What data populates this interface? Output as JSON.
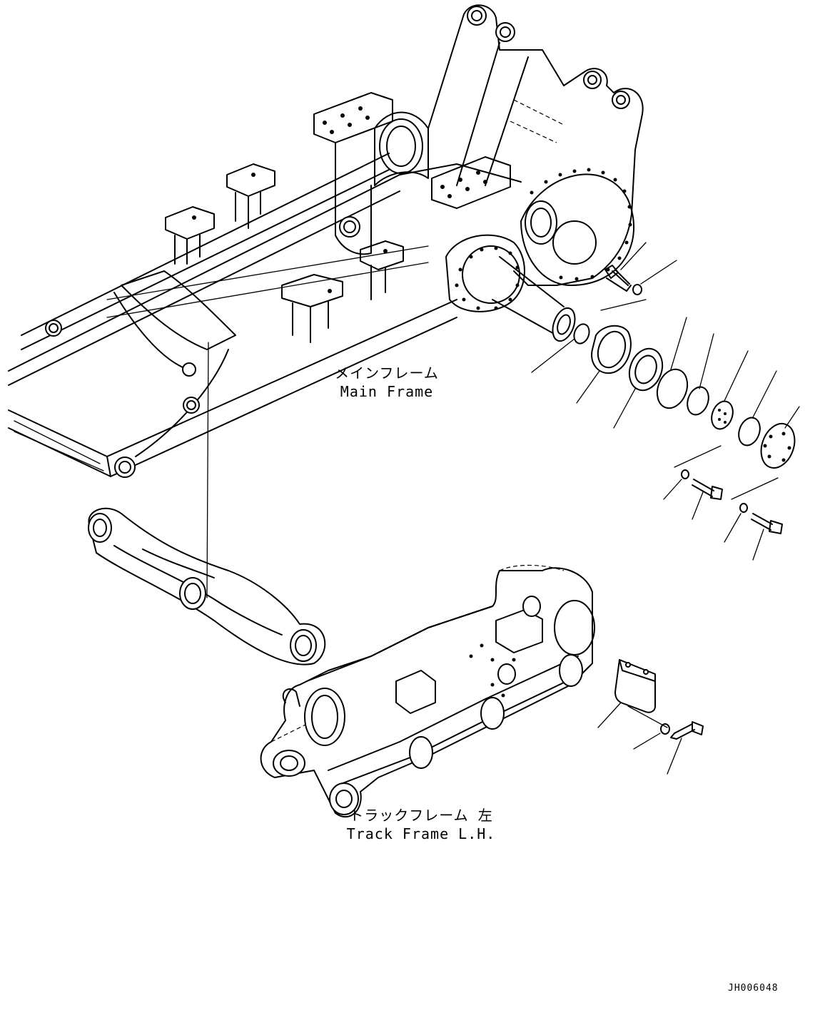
{
  "labels": {
    "main_frame_jp": "メインフレーム",
    "main_frame_en": "Main Frame",
    "track_frame_jp": "トラックフレーム 左",
    "track_frame_en": "Track Frame L.H."
  },
  "drawing_code": "JH006048",
  "colors": {
    "line": "#000000",
    "background": "#ffffff"
  }
}
